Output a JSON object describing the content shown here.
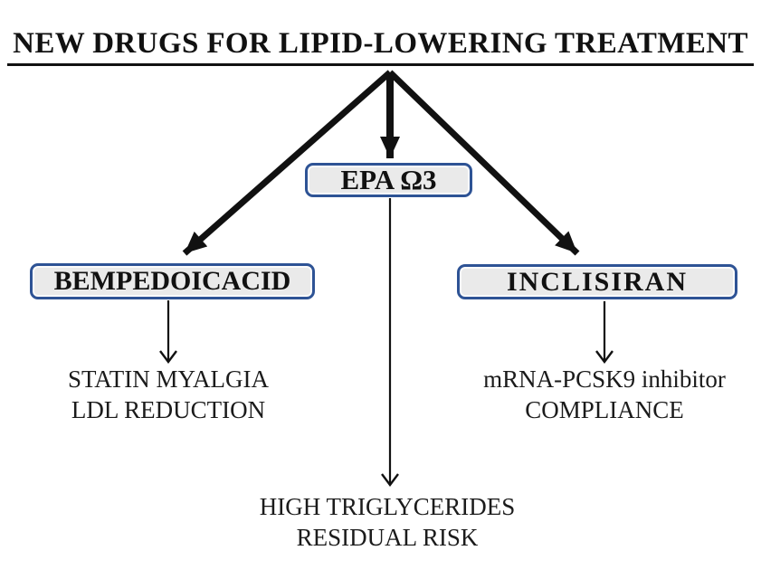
{
  "title": "NEW DRUGS FOR LIPID-LOWERING TREATMENT",
  "nodes": {
    "epa": {
      "label": "EPA Ω3"
    },
    "bempedoic": {
      "label": "BEMPEDOICACID"
    },
    "inclisiran": {
      "label": "INCLISIRAN"
    }
  },
  "outcomes": {
    "bempedoic": {
      "line1": "STATIN MYALGIA",
      "line2": "LDL REDUCTION"
    },
    "epa": {
      "line1": "HIGH TRIGLYCERIDES",
      "line2": "RESIDUAL RISK"
    },
    "inclisiran": {
      "line1": "mRNA-PCSK9 inhibitor",
      "line2": "COMPLIANCE"
    }
  },
  "colors": {
    "box_border": "#2e5395",
    "box_fill": "#eaeaea",
    "arrow": "#111111",
    "text": "#1b1b1b",
    "background": "#ffffff"
  }
}
